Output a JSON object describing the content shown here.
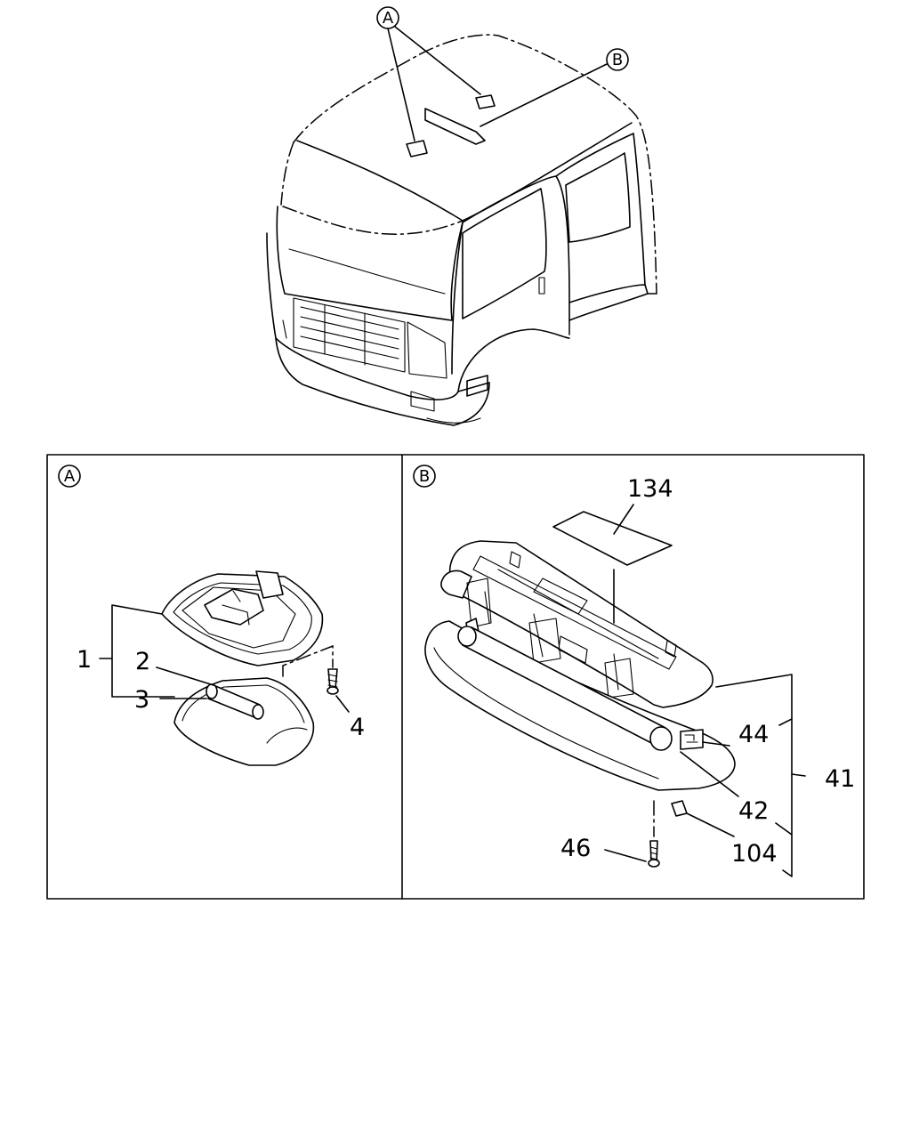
{
  "callouts": {
    "view_a": "A",
    "view_b": "B"
  },
  "panel_a": {
    "title": "A",
    "parts": {
      "p1": "1",
      "p2": "2",
      "p3": "3",
      "p4": "4"
    }
  },
  "panel_b": {
    "title": "B",
    "parts": {
      "p134": "134",
      "p44": "44",
      "p41": "41",
      "p42": "42",
      "p46": "46",
      "p104": "104"
    }
  }
}
